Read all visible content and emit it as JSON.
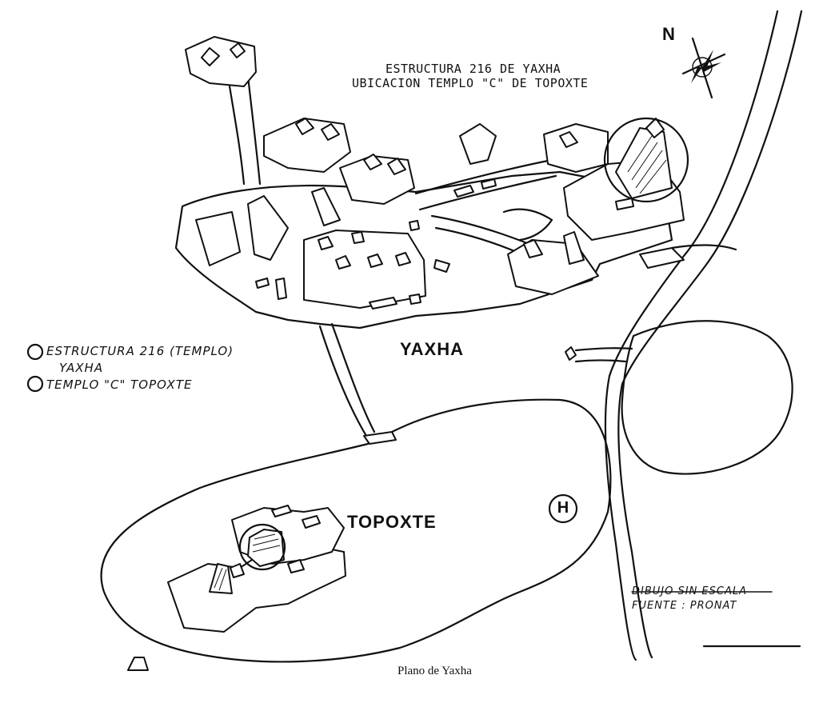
{
  "title": {
    "line1": "ESTRUCTURA 216 DE YAXHA",
    "line2": "UBICACION TEMPLO \"C\" DE TOPOXTE"
  },
  "north_label": "N",
  "place_labels": {
    "yaxha": "YAXHA",
    "topoxte": "TOPOXTE"
  },
  "legend": {
    "items": [
      {
        "line1": "ESTRUCTURA 216 (TEMPLO)",
        "line2": "YAXHA"
      },
      {
        "line1": "TEMPLO \"C\"  TOPOXTE",
        "line2": ""
      }
    ]
  },
  "helipad_label": "H",
  "note": {
    "line1": "DIBUJO SIN ESCALA",
    "line2": "FUENTE : PRONAT"
  },
  "caption": "Plano de Yaxha",
  "colors": {
    "ink": "#111111",
    "paper": "#ffffff"
  }
}
